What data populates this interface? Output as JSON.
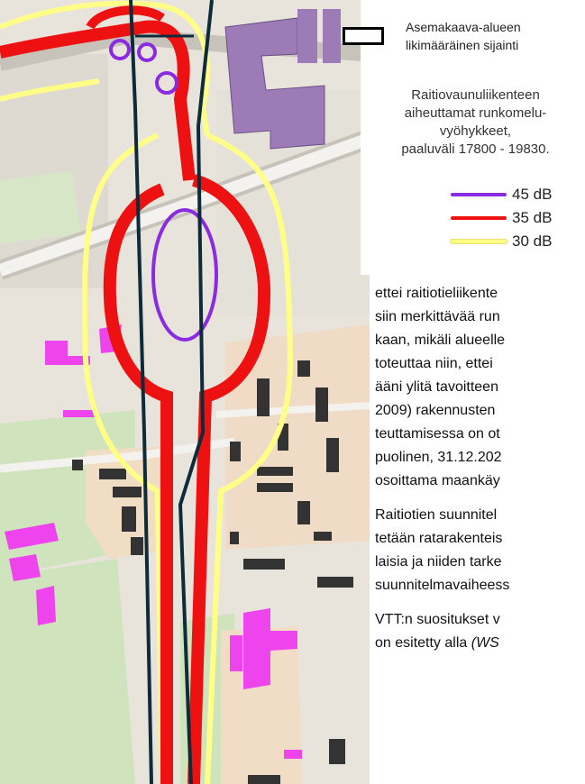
{
  "legend": {
    "boundary_label_lines": [
      "Asemakaava-alueen",
      "likimääräinen sijainti"
    ],
    "title_lines": [
      "Raitiovaunuliikenteen",
      "aiheuttamat runkomelu-",
      "vyöhykkeet,",
      "paaluväli 17800 - 19830."
    ],
    "items": [
      {
        "label": "45 dB",
        "color": "#8a2be2"
      },
      {
        "label": "35 dB",
        "color": "#ee1111"
      },
      {
        "label": "30 dB",
        "color": "#ffff88"
      }
    ]
  },
  "text": {
    "lines": [
      "ettei raitiotieliikente",
      "siin merkittävää run",
      "kaan, mikäli alueelle",
      "toteuttaa niin, ettei",
      "ääni ylitä tavoitteen",
      "2009) rakennusten",
      "teuttamisessa on ot",
      "puolinen, 31.12.202",
      "osoittama maankäy",
      "",
      "Raitiotien suunnitel",
      "tetään ratarakenteis",
      "laisia ja niiden tarke",
      "suunnitelmavaiheess",
      "",
      "VTT:n suositukset v",
      "on esitetty alla"
    ],
    "last_line_italic": "(WS"
  },
  "colors": {
    "map_base": "#e9e6df",
    "green_area": "#cde3bd",
    "beige_area": "#f1ddc6",
    "purple_building": "#9c7bb6",
    "magenta_building": "#ee44ee",
    "dark_building": "#333333",
    "boundary": "#0d2b3a"
  }
}
